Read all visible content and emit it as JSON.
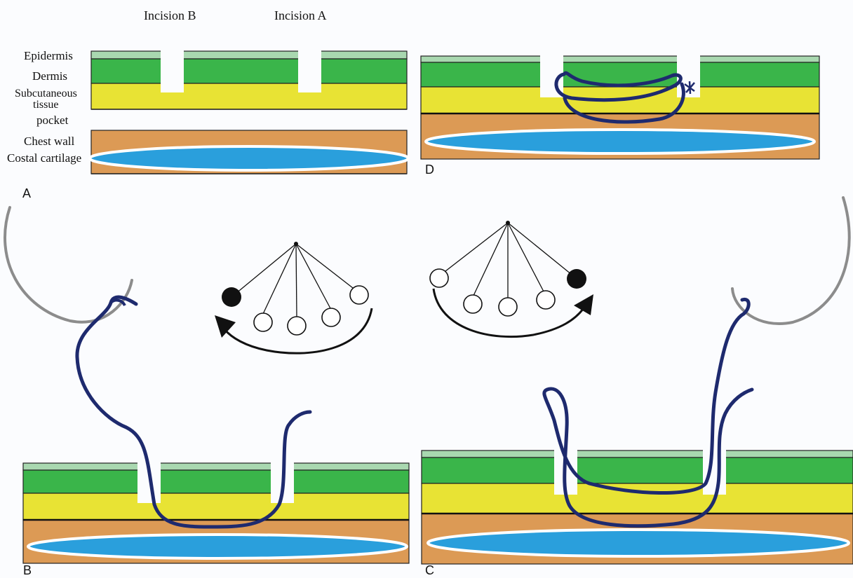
{
  "incisions": {
    "b": "Incision B",
    "a": "Incision A"
  },
  "layers": {
    "epidermis": "Epidermis",
    "dermis": "Dermis",
    "subcutaneous_1": "Subcutaneous",
    "subcutaneous_2": "tissue",
    "pocket": "pocket",
    "chest_wall": "Chest wall",
    "costal_cartilage": "Costal cartilage"
  },
  "panels": {
    "a": "A",
    "b": "B",
    "c": "C",
    "d": "D"
  },
  "colors": {
    "epidermis": "#a9d8b0",
    "dermis": "#3ab54a",
    "subcutaneous": "#e8e334",
    "chest_wall": "#dc9a55",
    "cartilage": "#2a9fdc",
    "suture": "#1e2a6e",
    "needle": "#8c8c8c"
  }
}
